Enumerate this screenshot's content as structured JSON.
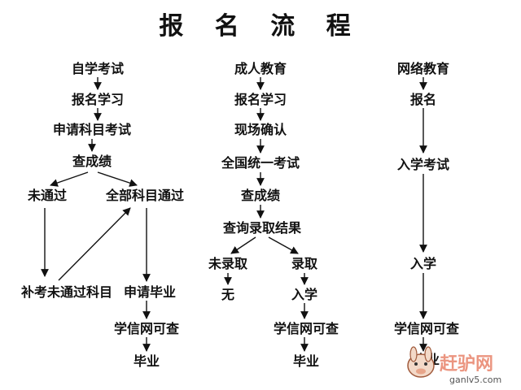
{
  "title": "报 名 流 程",
  "columns": {
    "self_study": {
      "n1": "自学考试",
      "n2": "报名学习",
      "n3": "申请科目考试",
      "n4": "查成绩",
      "n5": "未通过",
      "n6": "全部科目通过",
      "n7": "补考未通过科目",
      "n8": "申请毕业",
      "n9": "学信网可查",
      "n10": "毕业"
    },
    "adult": {
      "n1": "成人教育",
      "n2": "报名学习",
      "n3": "现场确认",
      "n4": "全国统一考试",
      "n5": "查成绩",
      "n6": "查询录取结果",
      "n7": "未录取",
      "n8": "录取",
      "n9": "无",
      "n10": "入学",
      "n11": "学信网可查",
      "n12": "毕业"
    },
    "online": {
      "n1": "网络教育",
      "n2": "报名",
      "n3": "入学考试",
      "n4": "入学",
      "n5": "学信网可查",
      "n6": "毕业"
    }
  },
  "watermark": {
    "text": "赶驴网",
    "url": "ganlv5.com"
  }
}
